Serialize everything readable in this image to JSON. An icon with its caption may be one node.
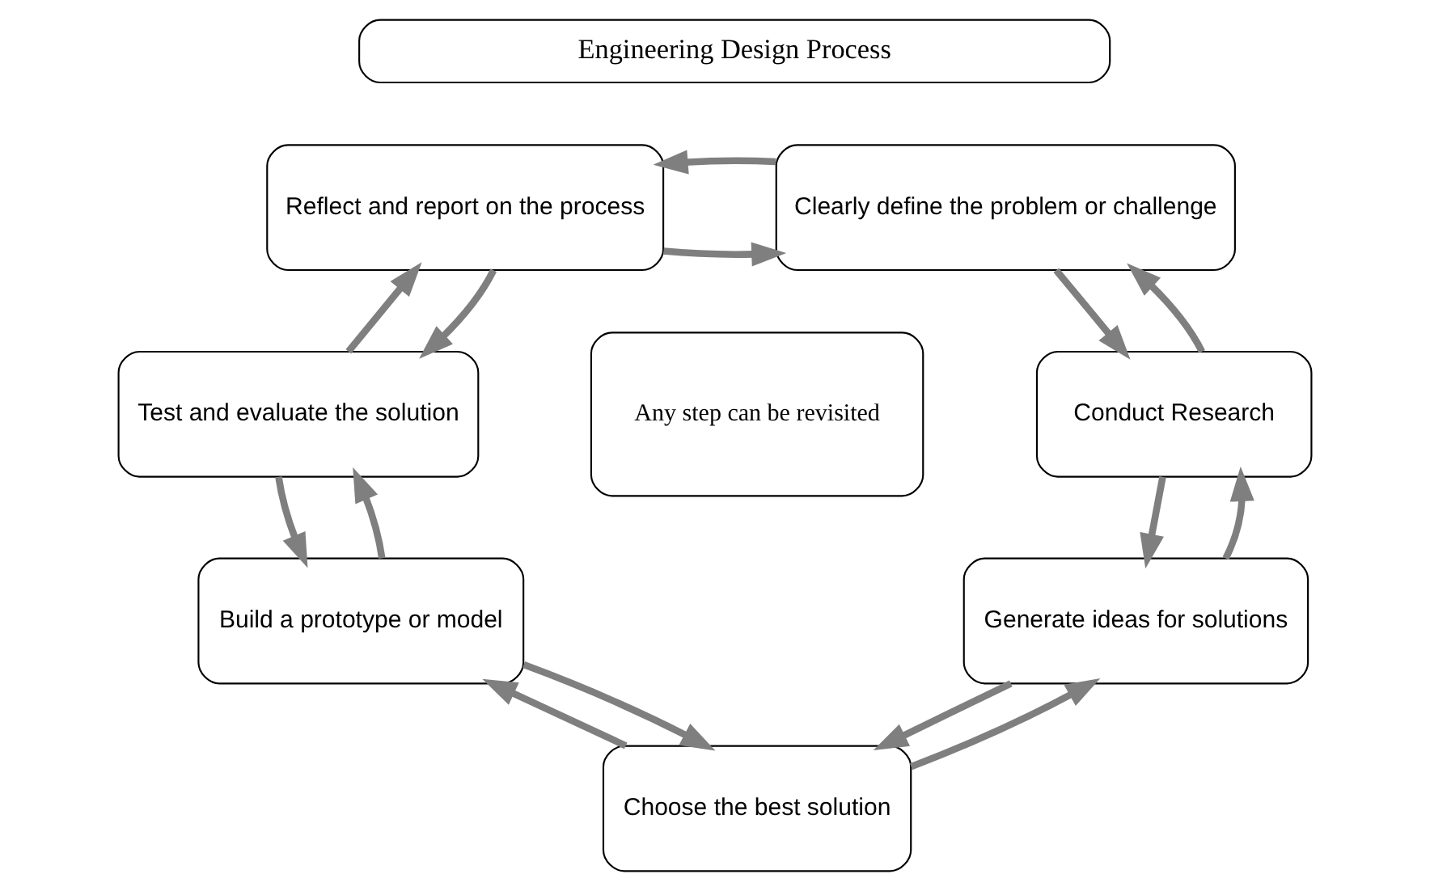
{
  "diagram": {
    "nodes": [
      {
        "text": [
          "Engineering Design Process"
        ]
      },
      {
        "text": [
          "Reflect and report on the process"
        ]
      },
      {
        "text": [
          "Clearly define the problem or challenge"
        ]
      },
      {
        "text": [
          "Conduct Research"
        ]
      },
      {
        "text": [
          "Generate ideas for solutions"
        ]
      },
      {
        "text": [
          "Choose the best solution"
        ]
      },
      {
        "text": [
          "Build a prototype or model"
        ]
      },
      {
        "text": [
          "Test and evaluate the solution"
        ]
      },
      {
        "text": [
          "Any step can be revisited"
        ]
      }
    ],
    "edges": [
      {
        "from": 1,
        "to": 2,
        "arrow": "to"
      },
      {
        "from": 2,
        "to": 1,
        "arrow": "to"
      },
      {
        "from": 2,
        "to": 3,
        "arrow": "to"
      },
      {
        "from": 3,
        "to": 2,
        "arrow": "to"
      },
      {
        "from": 3,
        "to": 4,
        "arrow": "to"
      },
      {
        "from": 4,
        "to": 3,
        "arrow": "to"
      },
      {
        "from": 4,
        "to": 5,
        "arrow": "to"
      },
      {
        "from": 5,
        "to": 4,
        "arrow": "to"
      },
      {
        "from": 5,
        "to": 6,
        "arrow": "to"
      },
      {
        "from": 6,
        "to": 5,
        "arrow": "to"
      },
      {
        "from": 6,
        "to": 7,
        "arrow": "to"
      },
      {
        "from": 7,
        "to": 6,
        "arrow": "to"
      },
      {
        "from": 7,
        "to": 1,
        "arrow": "to"
      },
      {
        "from": 1,
        "to": 7,
        "arrow": "to"
      }
    ]
  }
}
